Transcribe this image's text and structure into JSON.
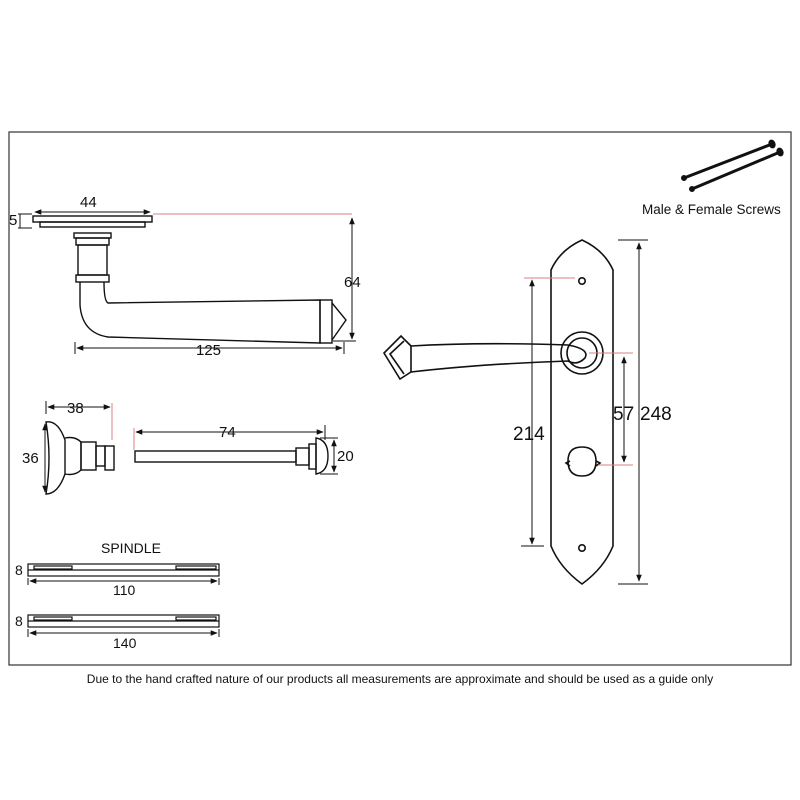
{
  "labels": {
    "screws": "Male & Female Screws",
    "spindle": "SPINDLE"
  },
  "dimensions": {
    "rose_width": "44",
    "rose_thickness": "5",
    "lever_height": "64",
    "lever_length": "125",
    "turn_width": "38",
    "turn_height": "36",
    "release_length": "74",
    "release_height": "20",
    "spindle1_size": "8",
    "spindle1_length": "110",
    "spindle2_size": "8",
    "spindle2_length": "140",
    "backplate_hole_centres": "214",
    "lever_to_turn": "57",
    "backplate_height": "248"
  },
  "disclaimer": "Due to the hand crafted nature of our products all measurements are approximate and should be used as a guide only",
  "colors": {
    "line": "#111111",
    "leader": "#d98080",
    "frame": "#333333"
  }
}
